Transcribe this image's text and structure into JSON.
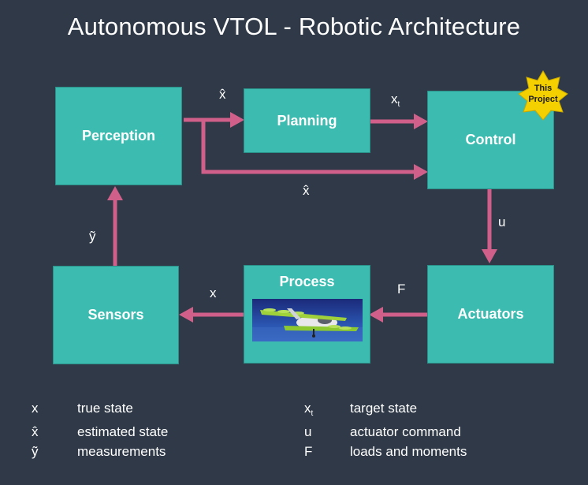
{
  "title": "Autonomous VTOL - Robotic Architecture",
  "blocks": {
    "perception": "Perception",
    "planning": "Planning",
    "control": "Control",
    "sensors": "Sensors",
    "process": "Process",
    "actuators": "Actuators"
  },
  "badge": {
    "line1": "This",
    "line2": "Project",
    "color": "#f5d000"
  },
  "edge_labels": {
    "perception_to_planning": "x̂",
    "planning_to_control": "x",
    "planning_to_control_sub": "t",
    "perception_to_control": "x̂",
    "control_to_actuators": "u",
    "actuators_to_process": "F",
    "process_to_sensors": "x",
    "sensors_to_perception": "ỹ"
  },
  "legend": [
    {
      "symbol": "x",
      "desc": "true state"
    },
    {
      "symbol": "x̂",
      "desc": "estimated state"
    },
    {
      "symbol": "ỹ",
      "desc": "measurements"
    },
    {
      "symbol": "x",
      "sub": "t",
      "desc": "target state"
    },
    {
      "symbol": "u",
      "desc": "actuator command"
    },
    {
      "symbol": "F",
      "desc": "loads and moments"
    }
  ],
  "colors": {
    "background": "#2f3947",
    "block": "#3cbcb0",
    "arrow": "#d0608a"
  }
}
